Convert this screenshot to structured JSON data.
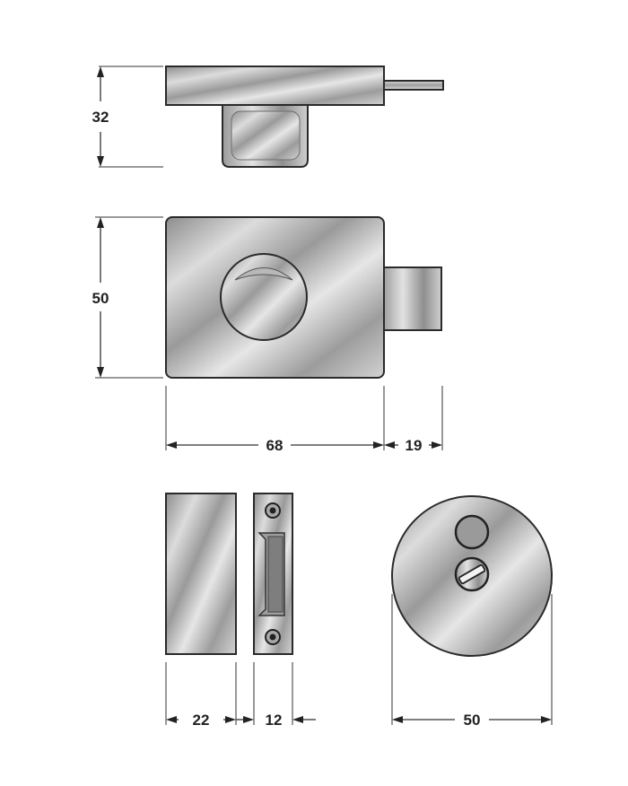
{
  "dimensions": {
    "top_view_height": "32",
    "front_view_height": "50",
    "front_view_width": "68",
    "bolt_extension": "19",
    "keep_width": "22",
    "strike_width": "12",
    "indicator_diameter": "50"
  }
}
